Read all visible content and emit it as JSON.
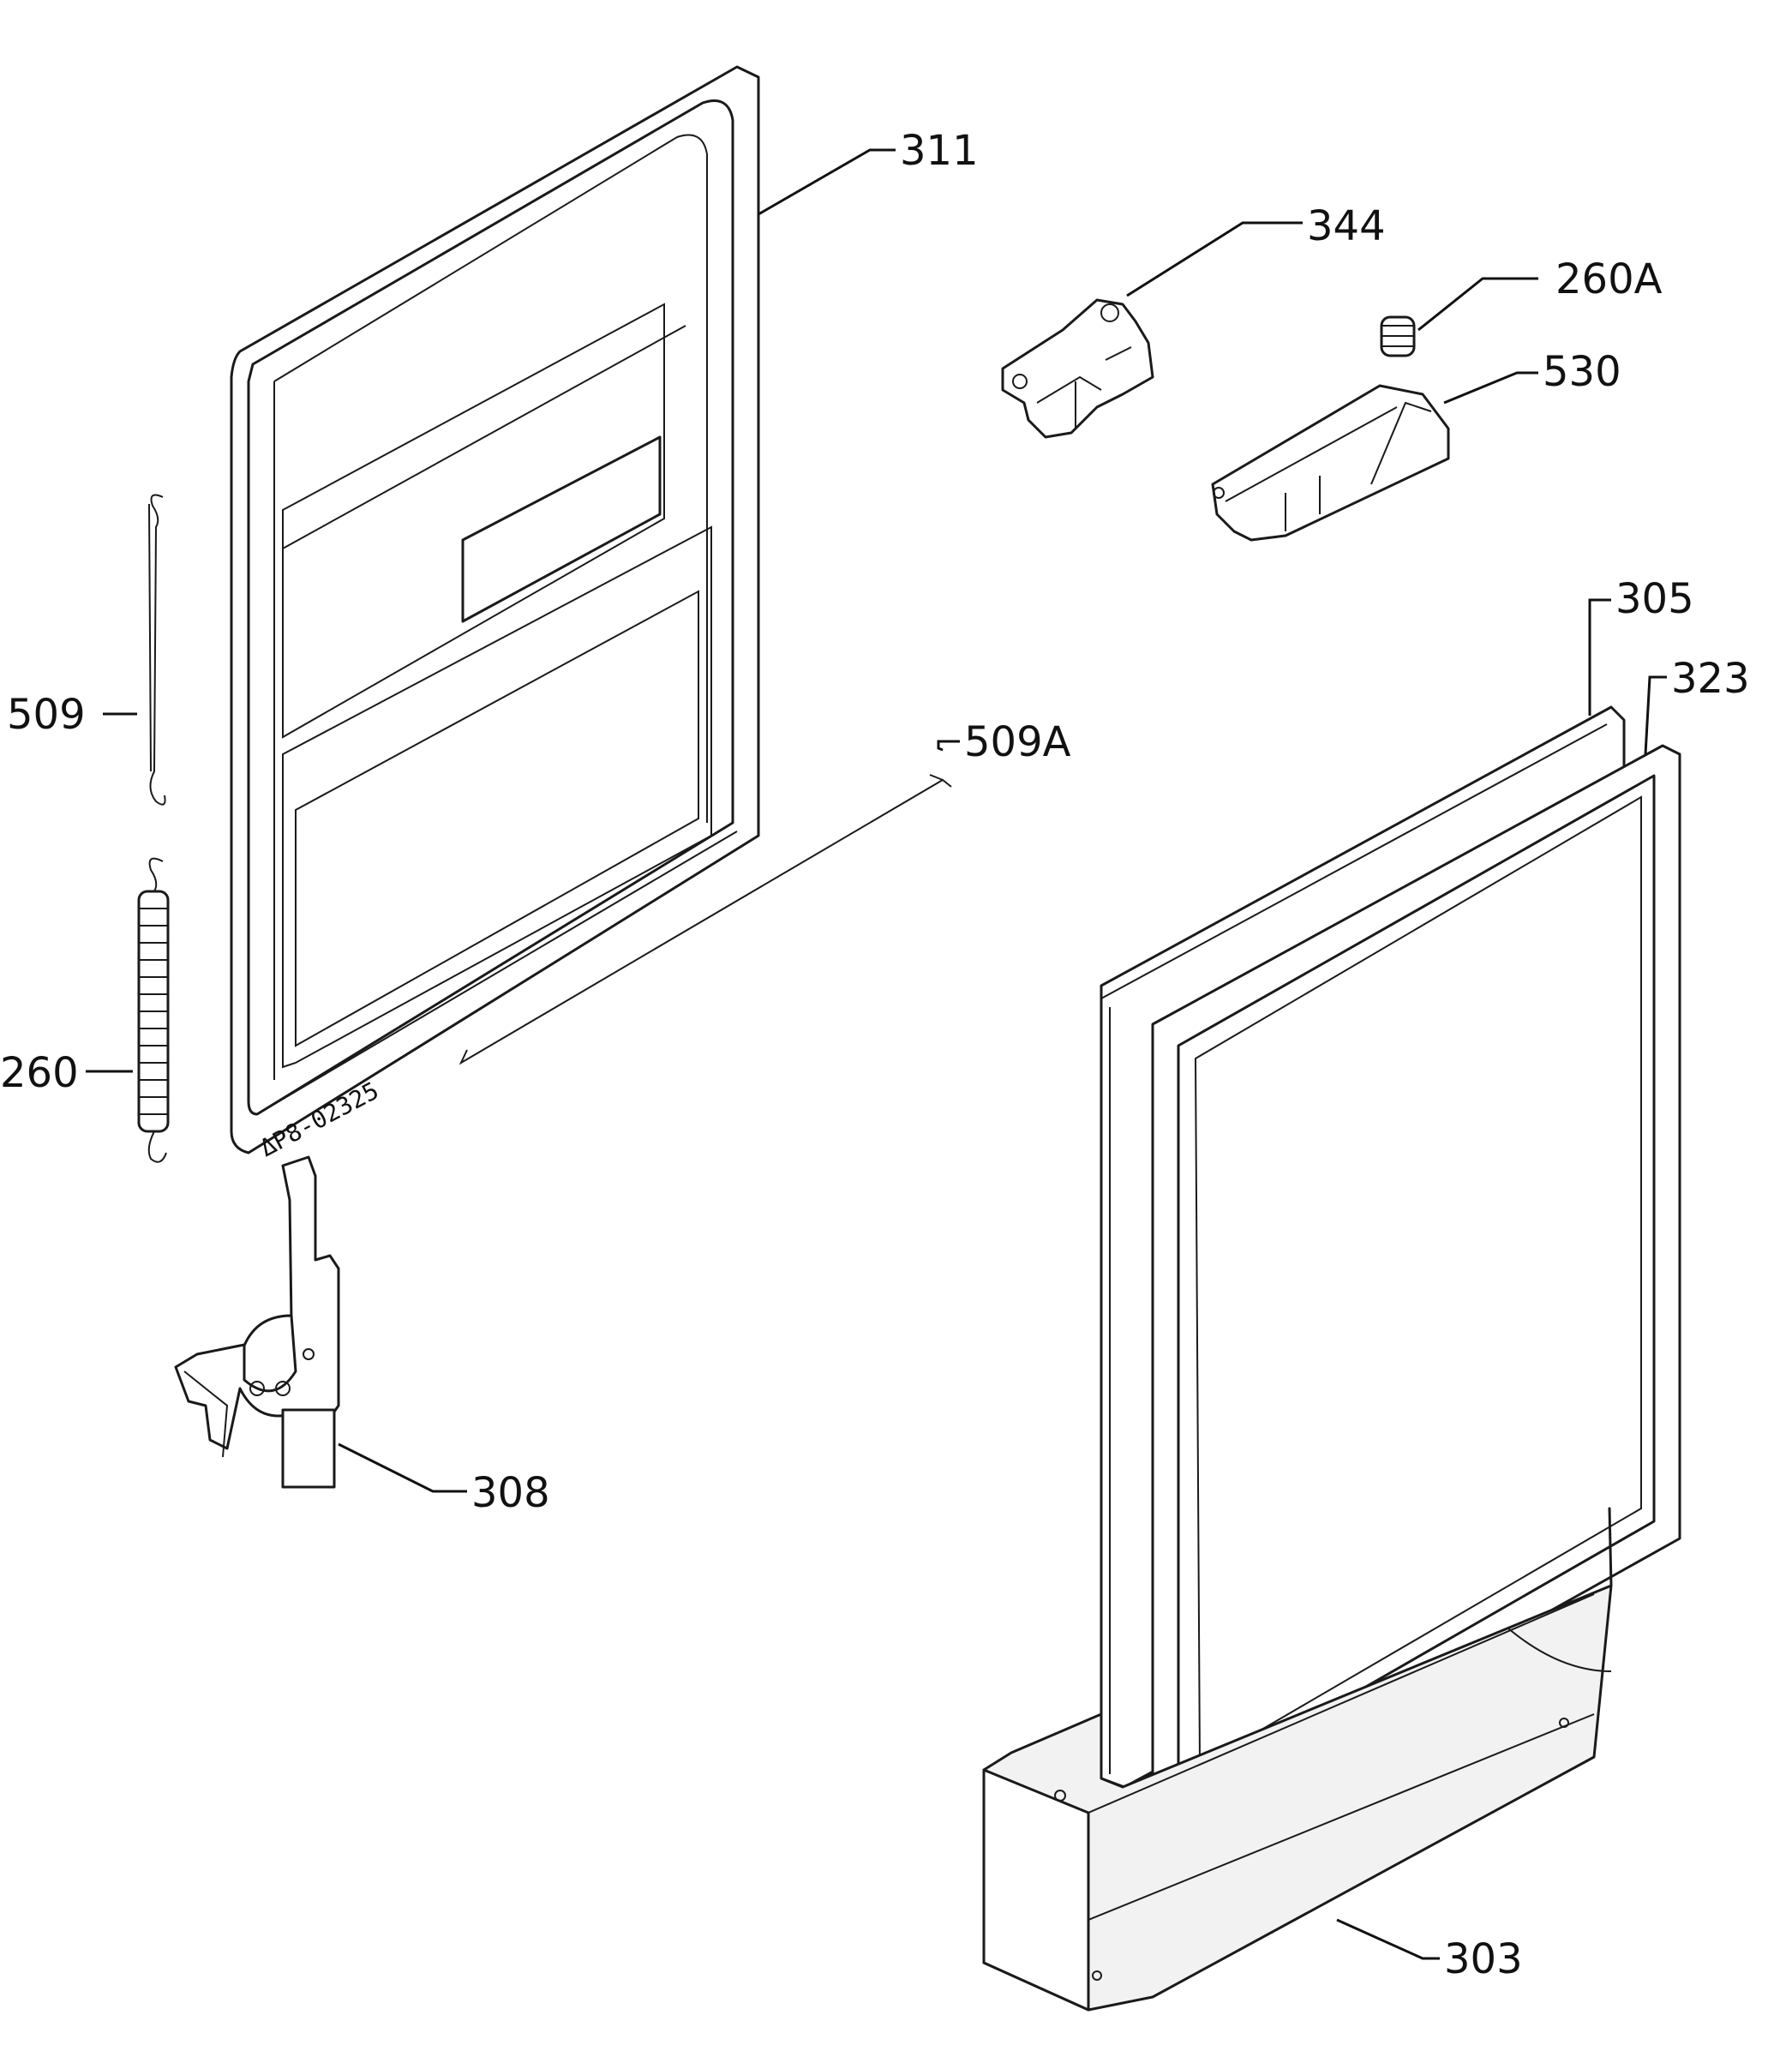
{
  "drawing_code": "ΔP8-02325",
  "parts": {
    "p311": "311",
    "p344": "344",
    "p260a": "260A",
    "p530": "530",
    "p305": "305",
    "p323": "323",
    "p509": "509",
    "p509a": "509A",
    "p260": "260",
    "p308": "308",
    "p303": "303"
  }
}
